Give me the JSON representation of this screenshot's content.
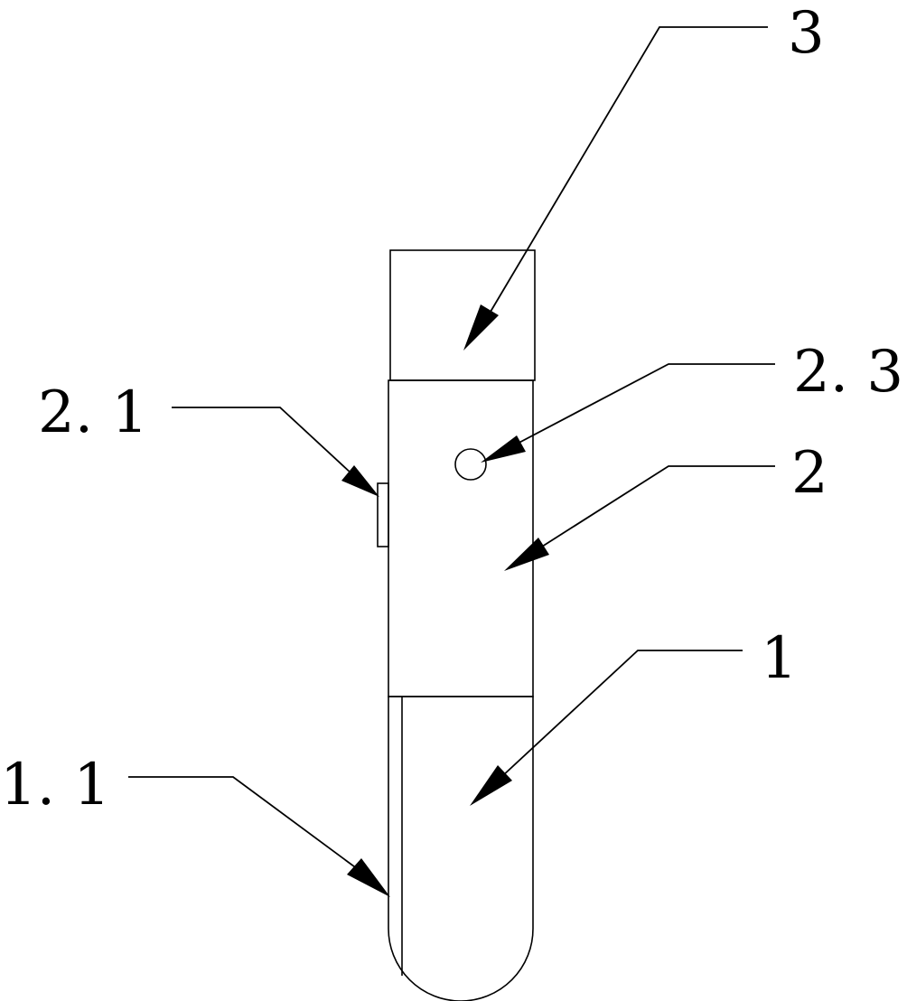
{
  "diagram": {
    "colors": {
      "line": "#000000",
      "background": "#ffffff"
    },
    "labels": {
      "part_3": "3",
      "part_2_3": "2. 3",
      "part_2_1": "2. 1",
      "part_2": "2",
      "part_1": "1",
      "part_1_1": "1. 1"
    }
  }
}
